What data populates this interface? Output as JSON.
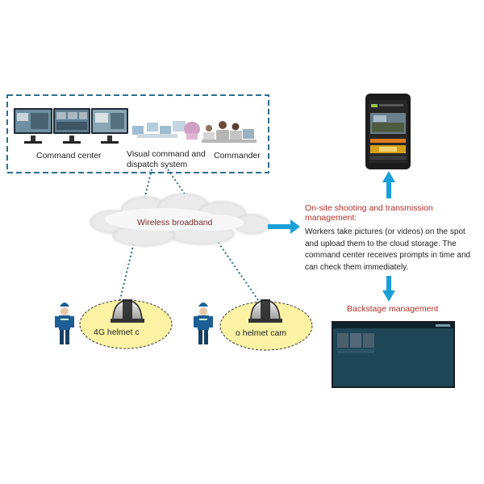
{
  "command_panel": {
    "command_center_label": "Command center",
    "visual_command_label": "Visual command and dispatch system",
    "commander_label": "Commander"
  },
  "network": {
    "label": "Wireless broadband"
  },
  "helmets": [
    {
      "label": "4G helmet c"
    },
    {
      "label": "o helmet cam"
    }
  ],
  "onsite": {
    "title": "On-site shooting and transmission management:",
    "description": "Workers take pictures (or videos) on the spot and upload them to the cloud storage. The command center receives prompts in time and can check them immediately."
  },
  "backstage": {
    "title": "Backstage management"
  },
  "colors": {
    "dashed_border": "#2f6e8c",
    "arrow": "#1aa0d8",
    "helmet_ellipse": "#fbf3a3",
    "accent_red": "#b0302a",
    "screen_dark": "#1e4656"
  }
}
